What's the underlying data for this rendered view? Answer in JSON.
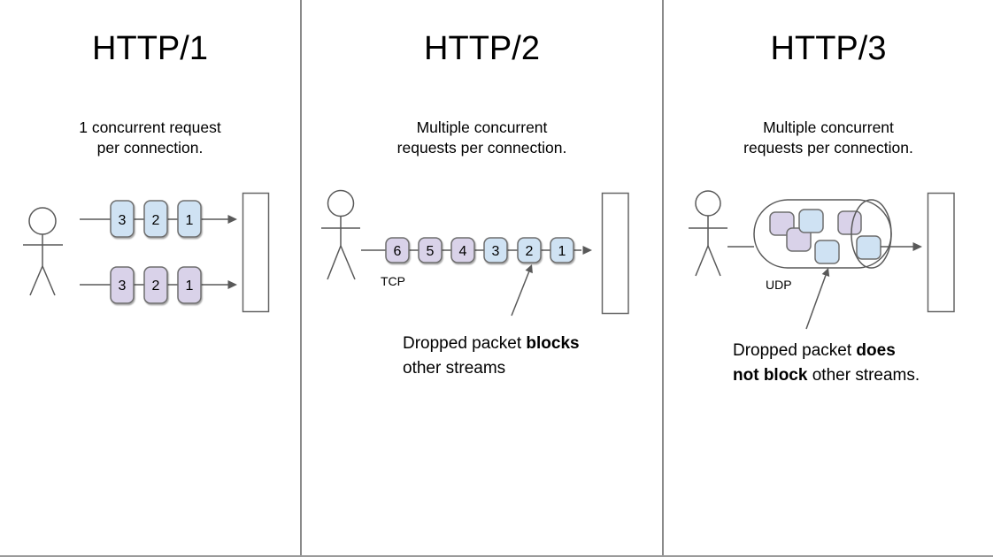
{
  "colors": {
    "blue_box": "#cfe2f3",
    "purple_box": "#d9d2e9",
    "line": "#595959",
    "box_border": "#6e6e6e",
    "divider": "#8a8a8a"
  },
  "panels": [
    {
      "id": "http1",
      "title": "HTTP/1",
      "subtitle": "1 concurrent request per connection.",
      "rows": [
        {
          "color": "blue",
          "boxes": [
            "3",
            "2",
            "1"
          ]
        },
        {
          "color": "purple",
          "boxes": [
            "3",
            "2",
            "1"
          ]
        }
      ]
    },
    {
      "id": "http2",
      "title": "HTTP/2",
      "subtitle": "Multiple concurrent requests per connection.",
      "protocol_label": "TCP",
      "boxes": [
        "6",
        "5",
        "4",
        "3",
        "2",
        "1"
      ],
      "caption": {
        "pre": "Dropped packet ",
        "bold": "blocks",
        "post": " other streams"
      }
    },
    {
      "id": "http3",
      "title": "HTTP/3",
      "subtitle": "Multiple concurrent requests per connection.",
      "protocol_label": "UDP",
      "caption": {
        "pre": "Dropped packet ",
        "bold": "does not block",
        "post": " other streams."
      }
    }
  ]
}
